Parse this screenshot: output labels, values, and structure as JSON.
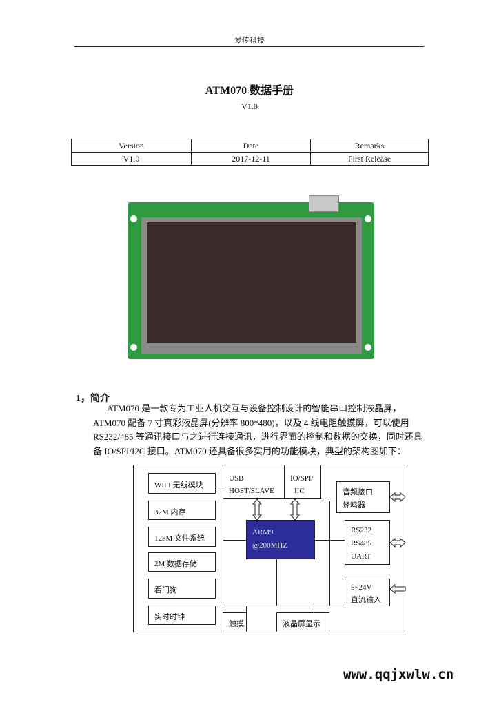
{
  "header": {
    "company": "爱传科技"
  },
  "title": "ATM070 数据手册",
  "version": "V1.0",
  "revision_table": {
    "headers": [
      "Version",
      "Date",
      "Remarks"
    ],
    "rows": [
      [
        "V1.0",
        "2017-12-11",
        "First Release"
      ]
    ]
  },
  "section1": {
    "heading": "1，简介",
    "paragraph": "ATM070 是一款专为工业人机交互与设备控制设计的智能串口控制液晶屏，ATM070 配备 7 寸真彩液晶屏(分辨率 800*480)，以及 4 线电阻触摸屏，可以使用 RS232/485 等通讯接口与之进行连接通讯，进行界面的控制和数据的交换，同时还具备 IO/SPI/I2C 接口。ATM070 还具备很多实用的功能模块，典型的架构图如下："
  },
  "diagram": {
    "wifi": "WIFI 无线模块",
    "ram": "32M 内存",
    "fs": "128M 文件系统",
    "storage": "2M 数据存储",
    "watchdog": "看门狗",
    "rtc": "实时时钟",
    "usb1": "USB",
    "usb2": "HOST/SLAVE",
    "io1": "IO/SPI/",
    "io2": "IIC",
    "cpu1": "ARM9",
    "cpu2": "@200MHZ",
    "audio1": "音频接口",
    "audio2": "蜂鸣器",
    "serial1": "RS232",
    "serial2": "RS485",
    "serial3": "UART",
    "power1": "5~24V",
    "power2": "直流输入",
    "touch": "触摸",
    "lcd": "液晶屏显示"
  },
  "watermark": "www.qqjxwlw.cn"
}
